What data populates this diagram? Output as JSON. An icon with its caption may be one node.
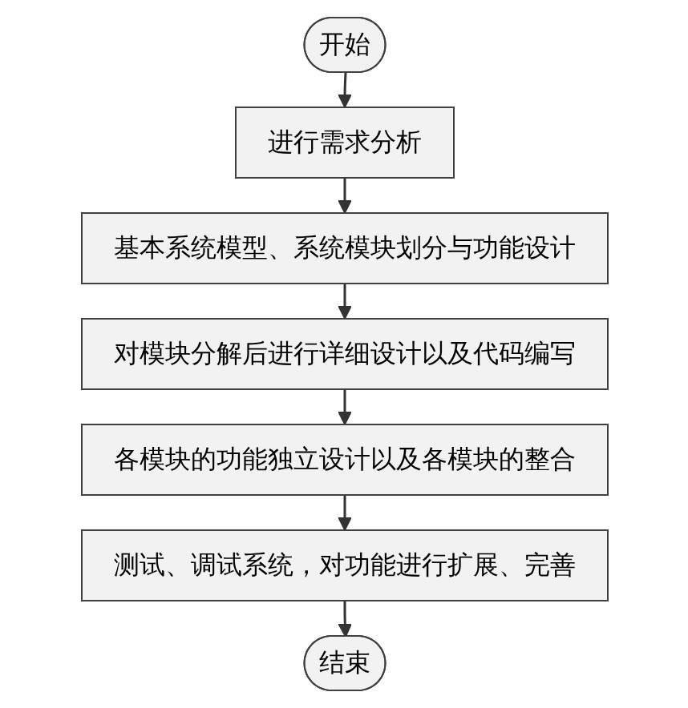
{
  "diagram": {
    "nodes": [
      {
        "text": [
          "开始"
        ]
      },
      {
        "text": [
          "进行需求分析"
        ]
      },
      {
        "text": [
          "基本系统模型、系统模块划分与功能设计"
        ]
      },
      {
        "text": [
          "对模块分解后进行详细设计以及代码编写"
        ]
      },
      {
        "text": [
          "各模块的功能独立设计以及各模块的整合"
        ]
      },
      {
        "text": [
          "测试、调试系统，对功能进行扩展、完善"
        ]
      },
      {
        "text": [
          "结束"
        ]
      }
    ],
    "edges": [
      {
        "from": 0,
        "to": 1,
        "arrow": "to"
      },
      {
        "from": 1,
        "to": 2,
        "arrow": "to"
      },
      {
        "from": 2,
        "to": 3,
        "arrow": "to"
      },
      {
        "from": 3,
        "to": 4,
        "arrow": "to"
      },
      {
        "from": 4,
        "to": 5,
        "arrow": "to"
      },
      {
        "from": 5,
        "to": 6,
        "arrow": "to"
      }
    ]
  }
}
